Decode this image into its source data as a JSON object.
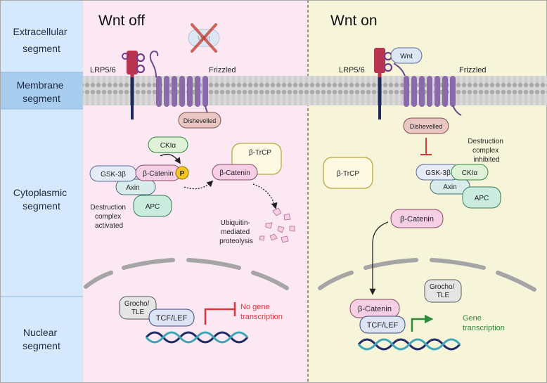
{
  "segments": {
    "extracellular": [
      "Extracellular",
      "segment"
    ],
    "membrane": [
      "Membrane",
      "segment"
    ],
    "cytoplasmic": [
      "Cytoplasmic",
      "segment"
    ],
    "nuclear": [
      "Nuclear",
      "segment"
    ]
  },
  "left": {
    "title": "Wnt off",
    "wnt_absent_label": "Wnt",
    "lrp_label": "LRP5/6",
    "frizzled_label": "Frizzled",
    "dishevelled": "Dishevelled",
    "ck1": "CKIα",
    "gsk": "GSK-3β",
    "bcatenin": "β-Catenin",
    "phospho": "P",
    "axin": "Axin",
    "apc": "APC",
    "complex_label": [
      "Destruction",
      "complex",
      "activated"
    ],
    "btrcp": "β-TrCP",
    "bcatenin2": "β-Catenin",
    "ubiquitin_label": [
      "Ubiquitin-",
      "mediated",
      "proteolysis"
    ],
    "groucho": [
      "Grocho/",
      "TLE"
    ],
    "tcf": "TCF/LEF",
    "no_transcription": [
      "No gene",
      "transcription"
    ]
  },
  "right": {
    "title": "Wnt on",
    "wnt_label": "Wnt",
    "lrp_label": "LRP5/6",
    "frizzled_label": "Frizzled",
    "dishevelled": "Dishevelled",
    "inhibited_label": [
      "Destruction",
      "complex",
      "inhibited"
    ],
    "btrcp": "β-TrCP",
    "gsk": "GSK-3β",
    "ck1": "CKIα",
    "axin": "Axin",
    "apc": "APC",
    "bcatenin": "β-Catenin",
    "groucho": [
      "Grocho/",
      "TLE"
    ],
    "bcatenin_nuc": "β-Catenin",
    "tcf": "TCF/LEF",
    "transcription": [
      "Gene",
      "transcription"
    ]
  },
  "colors": {
    "left_bg": "#fce8f2",
    "right_bg": "#f6f5d9",
    "segment_col": "#d6e8fb",
    "membrane_band": "#a9cdef",
    "receptor": "#8a6aa8",
    "lrp": "#b8344f",
    "inhibit_red": "#d9393a",
    "activate_green": "#2e8b3a"
  }
}
